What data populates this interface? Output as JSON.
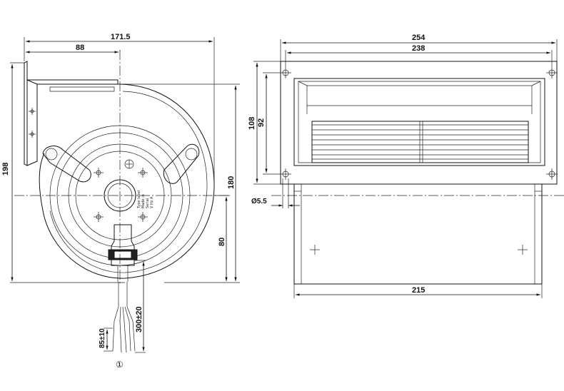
{
  "dimensions": {
    "overall_width_side": "171.5",
    "hub_offset": "88",
    "height_total": "198",
    "height_housing": "180",
    "outlet_offset": "80",
    "cable_length": "300±20",
    "lead_strip": "85±10",
    "flange_width": "254",
    "flange_hole_spacing": "238",
    "flange_height": "108",
    "outlet_height": "92",
    "hole_diameter": "Ø5.5",
    "housing_depth": "215"
  },
  "label_marker": "①"
}
